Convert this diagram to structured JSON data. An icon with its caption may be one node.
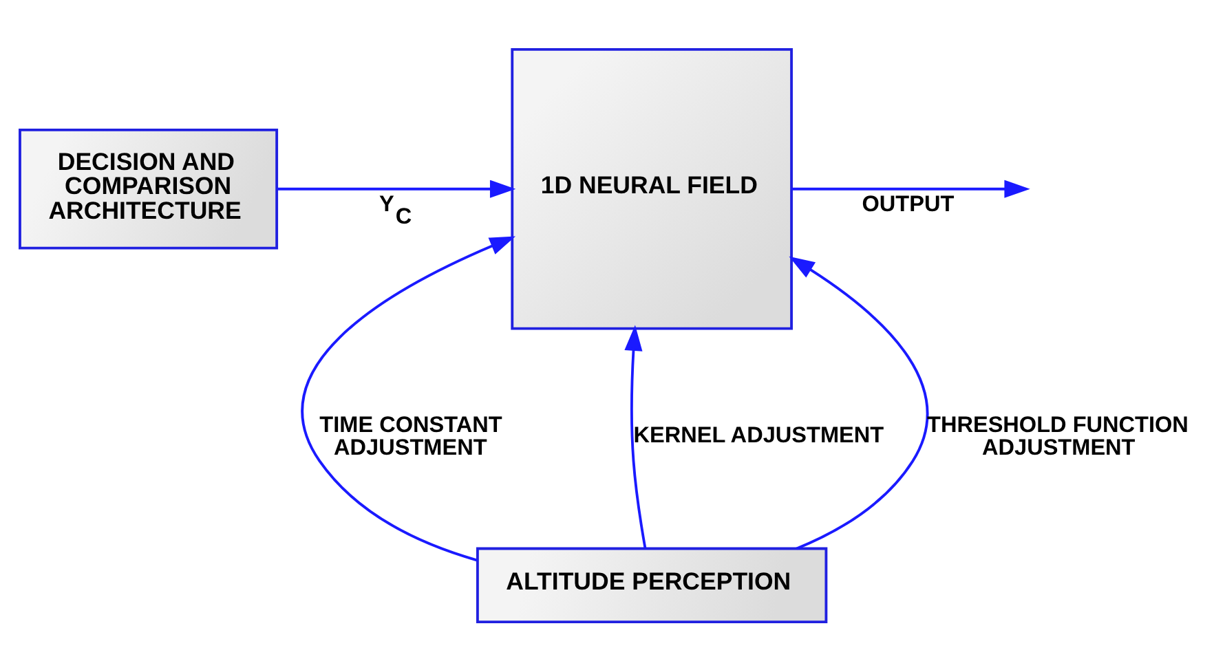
{
  "diagram": {
    "nodes": [
      {
        "text": [
          "DECISION AND COMPARISON ARCHITECTURE"
        ]
      },
      {
        "text": [
          "1D NEURAL FIELD"
        ]
      },
      {
        "text": [
          "ALTITUDE PERCEPTION"
        ]
      }
    ],
    "edges": [
      {
        "from": 0,
        "to": 1,
        "arrow": "to",
        "label": "Y$_{C}$"
      },
      {
        "from": 1,
        "to": null,
        "arrow": "to",
        "label": "OUTPUT"
      },
      {
        "from": 2,
        "to": 1,
        "arrow": "to",
        "label": "TIME CONSTANT ADJUSTMENT"
      },
      {
        "from": 2,
        "to": 1,
        "arrow": "to",
        "label": "KERNEL ADJUSTMENT"
      },
      {
        "from": 2,
        "to": 1,
        "arrow": "to",
        "label": "THRESHOLD FUNCTION ADJUSTMENT"
      }
    ]
  }
}
